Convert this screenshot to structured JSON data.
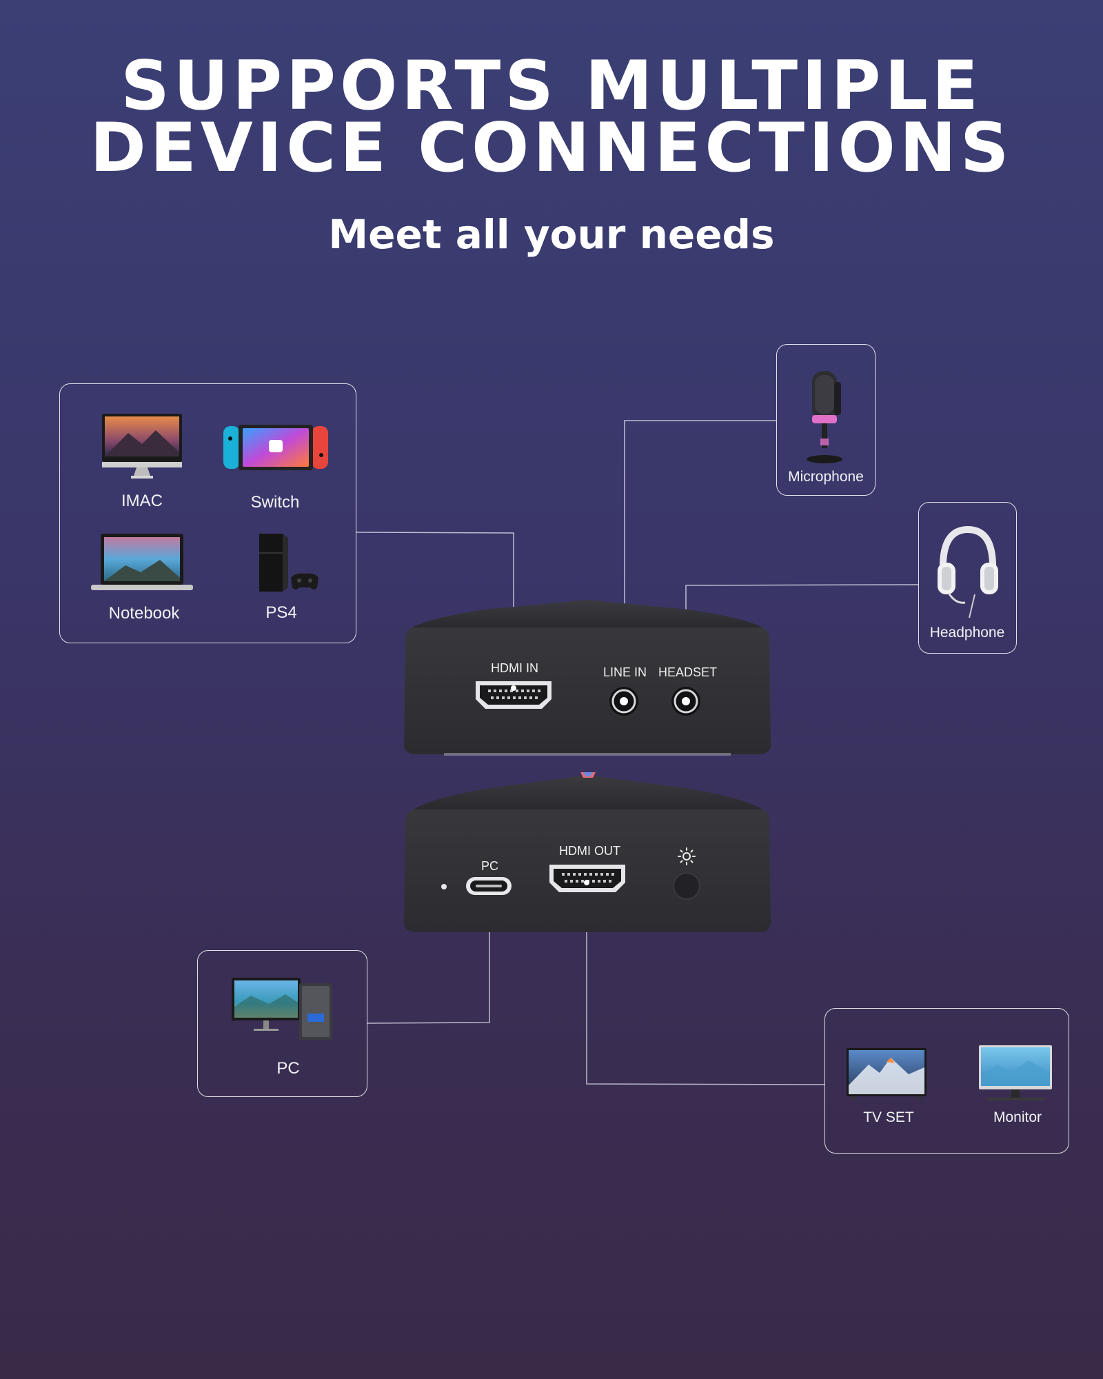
{
  "title": {
    "line1": "SUPPORTS MULTIPLE",
    "line2": "DEVICE CONNECTIONS",
    "subtitle": "Meet all your needs"
  },
  "sources": {
    "imac": "IMAC",
    "switch": "Switch",
    "notebook": "Notebook",
    "ps4": "PS4"
  },
  "audio": {
    "microphone": "Microphone",
    "headphone": "Headphone"
  },
  "pc_group": {
    "pc": "PC"
  },
  "display_group": {
    "tv": "TV SET",
    "monitor": "Monitor"
  },
  "hub_top": {
    "hdmi_in": "HDMI IN",
    "line_in": "LINE IN",
    "headset": "HEADSET"
  },
  "hub_bottom": {
    "pc": "PC",
    "hdmi_out": "HDMI OUT"
  },
  "icons": [
    "imac-icon",
    "switch-icon",
    "notebook-icon",
    "ps4-icon",
    "microphone-icon",
    "headphone-icon",
    "pc-icon",
    "tv-icon",
    "monitor-icon",
    "brightness-icon"
  ]
}
